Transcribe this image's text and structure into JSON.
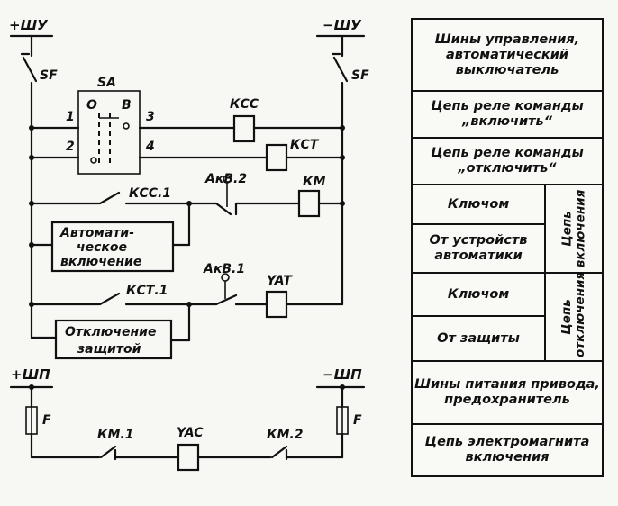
{
  "buses": {
    "ctrl_plus": "+ШУ",
    "ctrl_minus": "−ШУ",
    "pwr_plus": "+ШП",
    "pwr_minus": "−ШП"
  },
  "breakers": {
    "left": "SF",
    "right": "SF"
  },
  "switch": {
    "name": "SA",
    "pos_off": "О",
    "pos_on": "В",
    "terminals": [
      "1",
      "2",
      "3",
      "4"
    ]
  },
  "coils": {
    "kcc": "КСС",
    "kct": "КСТ",
    "km": "КМ",
    "yat": "YAT",
    "yac": "YAC"
  },
  "contacts": {
    "kcc1": "КСС.1",
    "akv2": "АкВ.2",
    "kct1": "КСТ.1",
    "akv1": "АкВ.1",
    "km1": "КМ.1",
    "km2": "КМ.2"
  },
  "fuses": {
    "left": "F",
    "right": "F"
  },
  "auto_box": [
    "Автомати-",
    "ческое",
    "включение"
  ],
  "prot_box": [
    "Отключение",
    "защитой"
  ],
  "legend": {
    "control_buses": "Шины управления, автоматический выключатель",
    "close_cmd_relay": "Цепь реле команды „включить“",
    "trip_cmd_relay": "Цепь реле команды „отключить“",
    "close_by_key": "Ключом",
    "close_by_auto": "От устройств автоматики",
    "close_circuit": "Цепь включения",
    "trip_by_key": "Ключом",
    "trip_by_protection": "От защиты",
    "trip_circuit": "Цепь отключения",
    "drive_power_buses": "Шины питания привода, предохранитель",
    "close_magnet_circuit": "Цепь электромагнита включения"
  }
}
